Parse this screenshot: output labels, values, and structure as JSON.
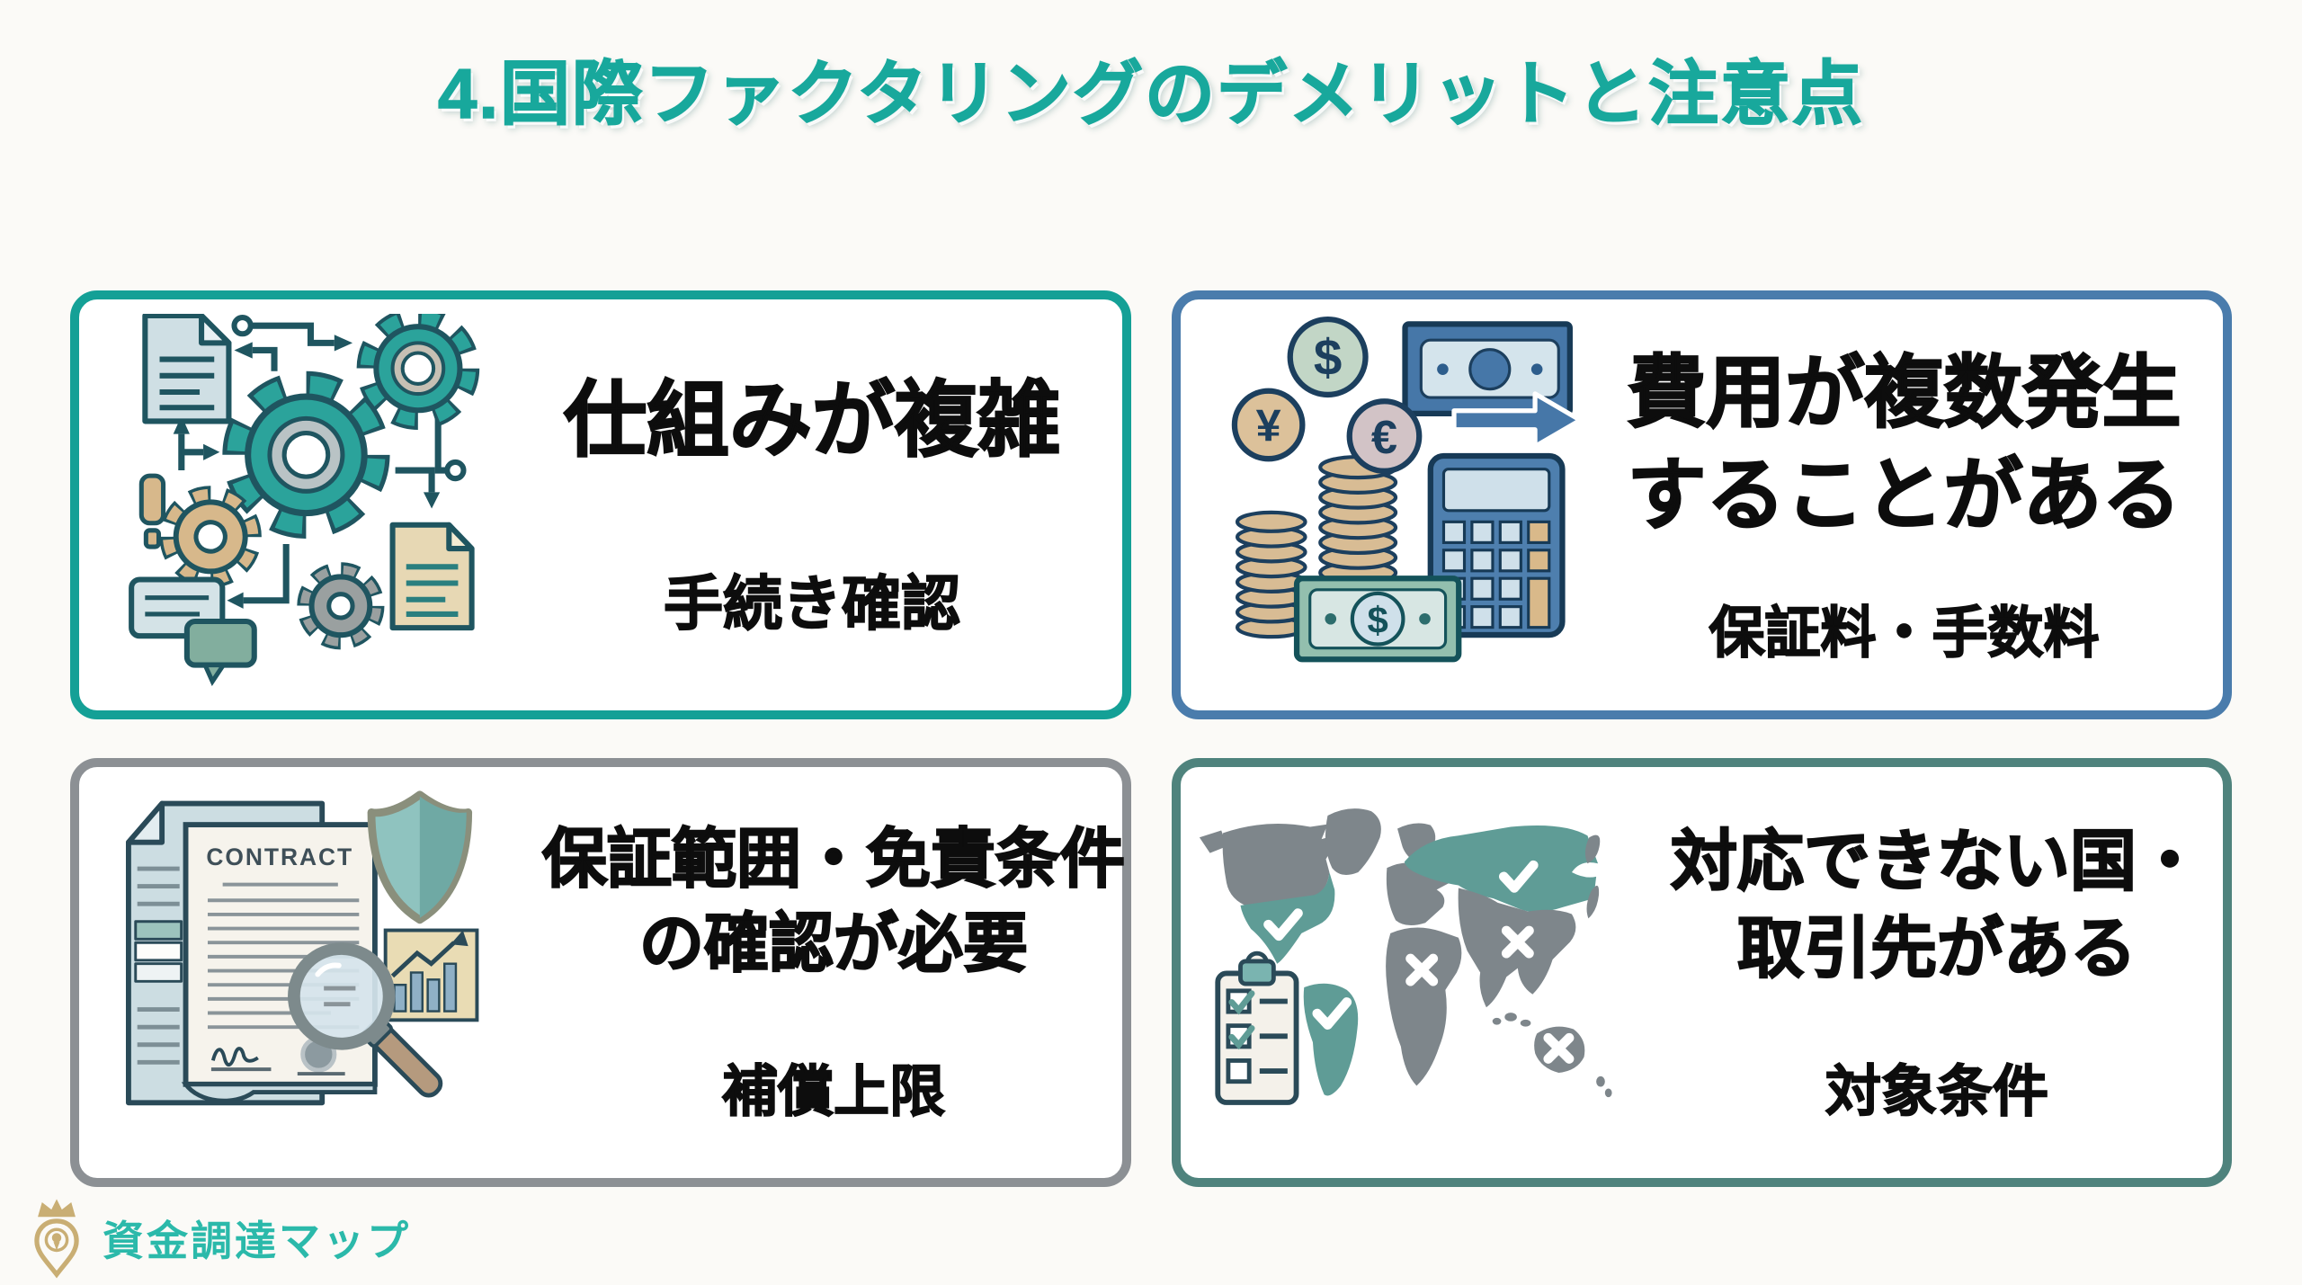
{
  "title": "4.国際ファクタリングのデメリットと注意点",
  "brand": {
    "name": "資金調達マップ"
  },
  "palette": {
    "title_teal": "#18a89c",
    "card1_border": "#14a096",
    "card2_border": "#4a7cac",
    "card3_border": "#8c9094",
    "card4_border": "#4f837d",
    "text_black": "#0d0d0d",
    "logo_gold": "#c9ae74",
    "logo_teal": "#2bb9aa"
  },
  "cards": [
    {
      "heading_lines": [
        "仕組みが複雑"
      ],
      "sub": "手続き確認",
      "icon": "process-gears-documents-icon"
    },
    {
      "heading_lines": [
        "費用が複数発生",
        "することがある"
      ],
      "sub": "保証料・手数料",
      "icon": "currency-costs-calculator-icon"
    },
    {
      "heading_lines": [
        "保証範囲・免責条件",
        "の確認が必要"
      ],
      "sub": "補償上限",
      "icon": "contract-shield-magnifier-icon",
      "icon_label": "CONTRACT"
    },
    {
      "heading_lines": [
        "対応できない国・",
        "取引先がある"
      ],
      "sub": "対象条件",
      "icon": "world-map-checklist-icon"
    }
  ],
  "icon_glyphs": {
    "dollar": "$",
    "yen": "¥",
    "euro": "€"
  },
  "icons": {
    "card1": "process-gears-documents-icon",
    "card2": "currency-costs-calculator-icon",
    "card3": "contract-shield-magnifier-icon",
    "card4": "world-map-checklist-icon",
    "logo": "crown-map-pin-icon"
  }
}
